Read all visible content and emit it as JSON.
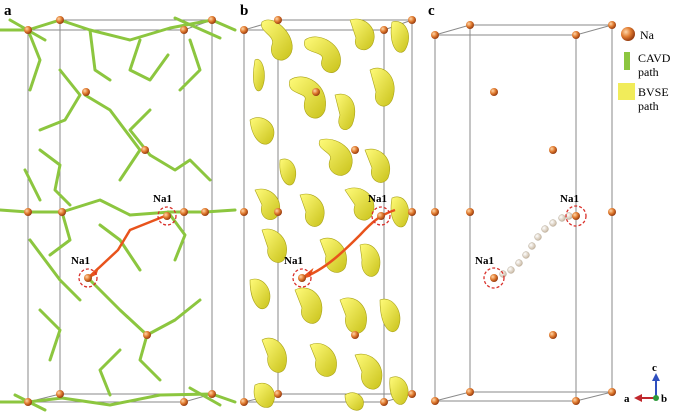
{
  "panels": [
    {
      "letter": "a",
      "site_labels": [
        "Na1",
        "Na1"
      ]
    },
    {
      "letter": "b",
      "site_labels": [
        "Na1",
        "Na1"
      ]
    },
    {
      "letter": "c",
      "site_labels": [
        "Na1",
        "Na1"
      ]
    }
  ],
  "legend": {
    "na": "Na",
    "cavd_line1": "CAVD",
    "cavd_line2": "path",
    "bvse_line1": "BVSE",
    "bvse_line2": "path"
  },
  "axes": {
    "a": "a",
    "b": "b",
    "c": "c"
  },
  "colors": {
    "na_atom": "#d2691e",
    "cavd_path": "#8cc63f",
    "bvse_path": "#e8e23a",
    "migration_path": "#e8531c",
    "dashed_ring": "#d9302a",
    "cell_edge": "#8a8a8a",
    "interstitial": "#ddd2c2"
  }
}
